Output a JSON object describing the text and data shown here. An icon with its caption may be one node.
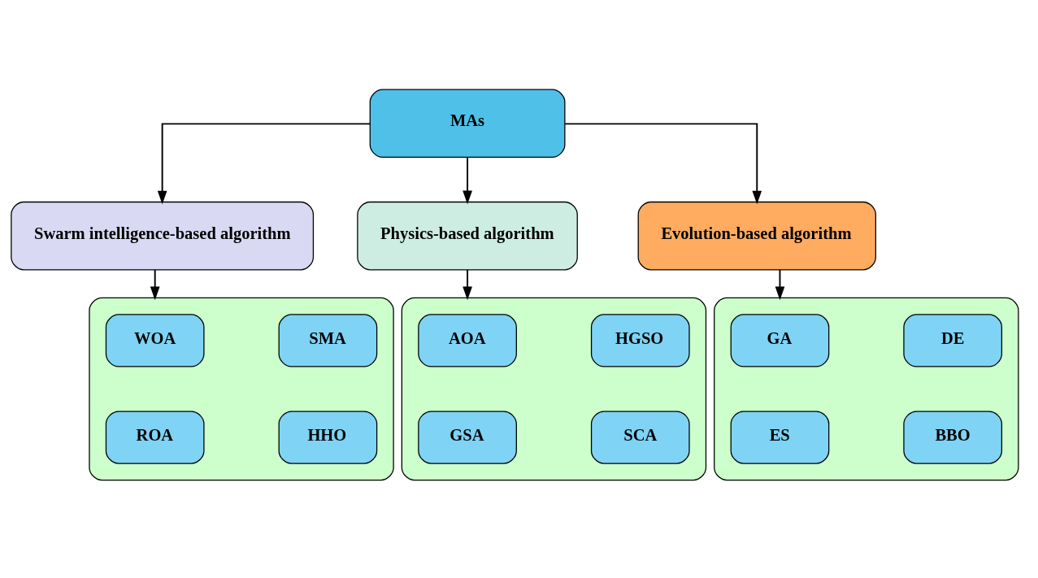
{
  "diagram": {
    "nodes": [
      {
        "text": [
          "MAs"
        ]
      },
      {
        "text": [
          "Swarm intelligence-based algorithm"
        ]
      },
      {
        "text": [
          "Physics-based algorithm"
        ]
      },
      {
        "text": [
          "Evolution-based algorithm"
        ]
      },
      {
        "text": [],
        "shape": "box"
      },
      {
        "text": [
          "WOA"
        ],
        "in": 4
      },
      {
        "text": [
          "SMA"
        ],
        "in": 4
      },
      {
        "text": [
          "ROA"
        ],
        "in": 4
      },
      {
        "text": [
          "HHO"
        ],
        "in": 4
      },
      {
        "text": [],
        "shape": "box"
      },
      {
        "text": [
          "AOA"
        ],
        "in": 9
      },
      {
        "text": [
          "HGSO"
        ],
        "in": 9
      },
      {
        "text": [
          "GSA"
        ],
        "in": 9
      },
      {
        "text": [
          "SCA"
        ],
        "in": 9
      },
      {
        "text": [],
        "shape": "box"
      },
      {
        "text": [
          "GA"
        ],
        "in": 14
      },
      {
        "text": [
          "DE"
        ],
        "in": 14
      },
      {
        "text": [
          "ES"
        ],
        "in": 14
      },
      {
        "text": [
          "BBO"
        ],
        "in": 14
      }
    ],
    "edges": [
      {
        "from": 0,
        "to": 1,
        "arrow": "to"
      },
      {
        "from": 0,
        "to": 2,
        "arrow": "to"
      },
      {
        "from": 0,
        "to": 3,
        "arrow": "to"
      },
      {
        "from": 1,
        "to": 4,
        "arrow": "to"
      },
      {
        "from": 2,
        "to": 9,
        "arrow": "to"
      },
      {
        "from": 3,
        "to": 14,
        "arrow": "to"
      }
    ]
  }
}
